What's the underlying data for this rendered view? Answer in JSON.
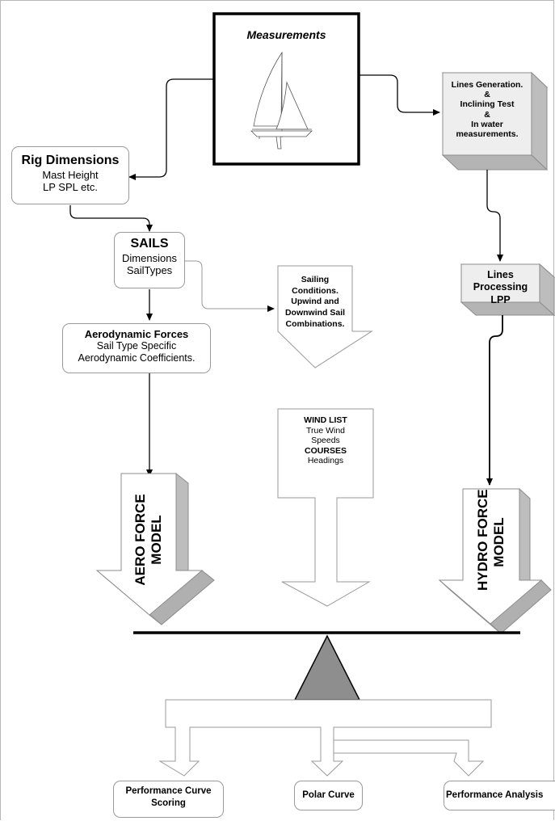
{
  "measurements": {
    "title": "Measurements"
  },
  "rig": {
    "title": "Rig Dimensions",
    "line1": "Mast Height",
    "line2": "LP SPL etc."
  },
  "lines_gen": {
    "l1": "Lines Generation.",
    "l2": "&",
    "l3": "Inclining Test",
    "l4": "&",
    "l5": "In water",
    "l6": "measurements."
  },
  "sails": {
    "title": "SAILS",
    "line1": "Dimensions",
    "line2": "SailTypes"
  },
  "sailing_conditions": {
    "l1": "Sailing Conditions.",
    "l2": "Upwind and",
    "l3": "Downwind Sail",
    "l4": "Combinations."
  },
  "lines_proc": {
    "l1": "Lines",
    "l2": "Processing",
    "l3": "LPP"
  },
  "aero_forces": {
    "title": "Aerodynamic Forces",
    "line1": "Sail Type Specific",
    "line2": "Aerodynamic Coefficients."
  },
  "wind": {
    "t1": "WIND LIST",
    "l1": "True Wind",
    "l2": "Speeds",
    "t2": "COURSES",
    "l3": "Headings"
  },
  "aero_model": {
    "l1": "AERO FORCE",
    "l2": "MODEL"
  },
  "hydro_model": {
    "l1": "HYDRO  FORCE",
    "l2": "MODEL"
  },
  "outputs": {
    "perf_curve_1": "Performance Curve",
    "perf_curve_2": "Scoring",
    "polar": "Polar Curve",
    "analysis": "Performance Analysis"
  }
}
